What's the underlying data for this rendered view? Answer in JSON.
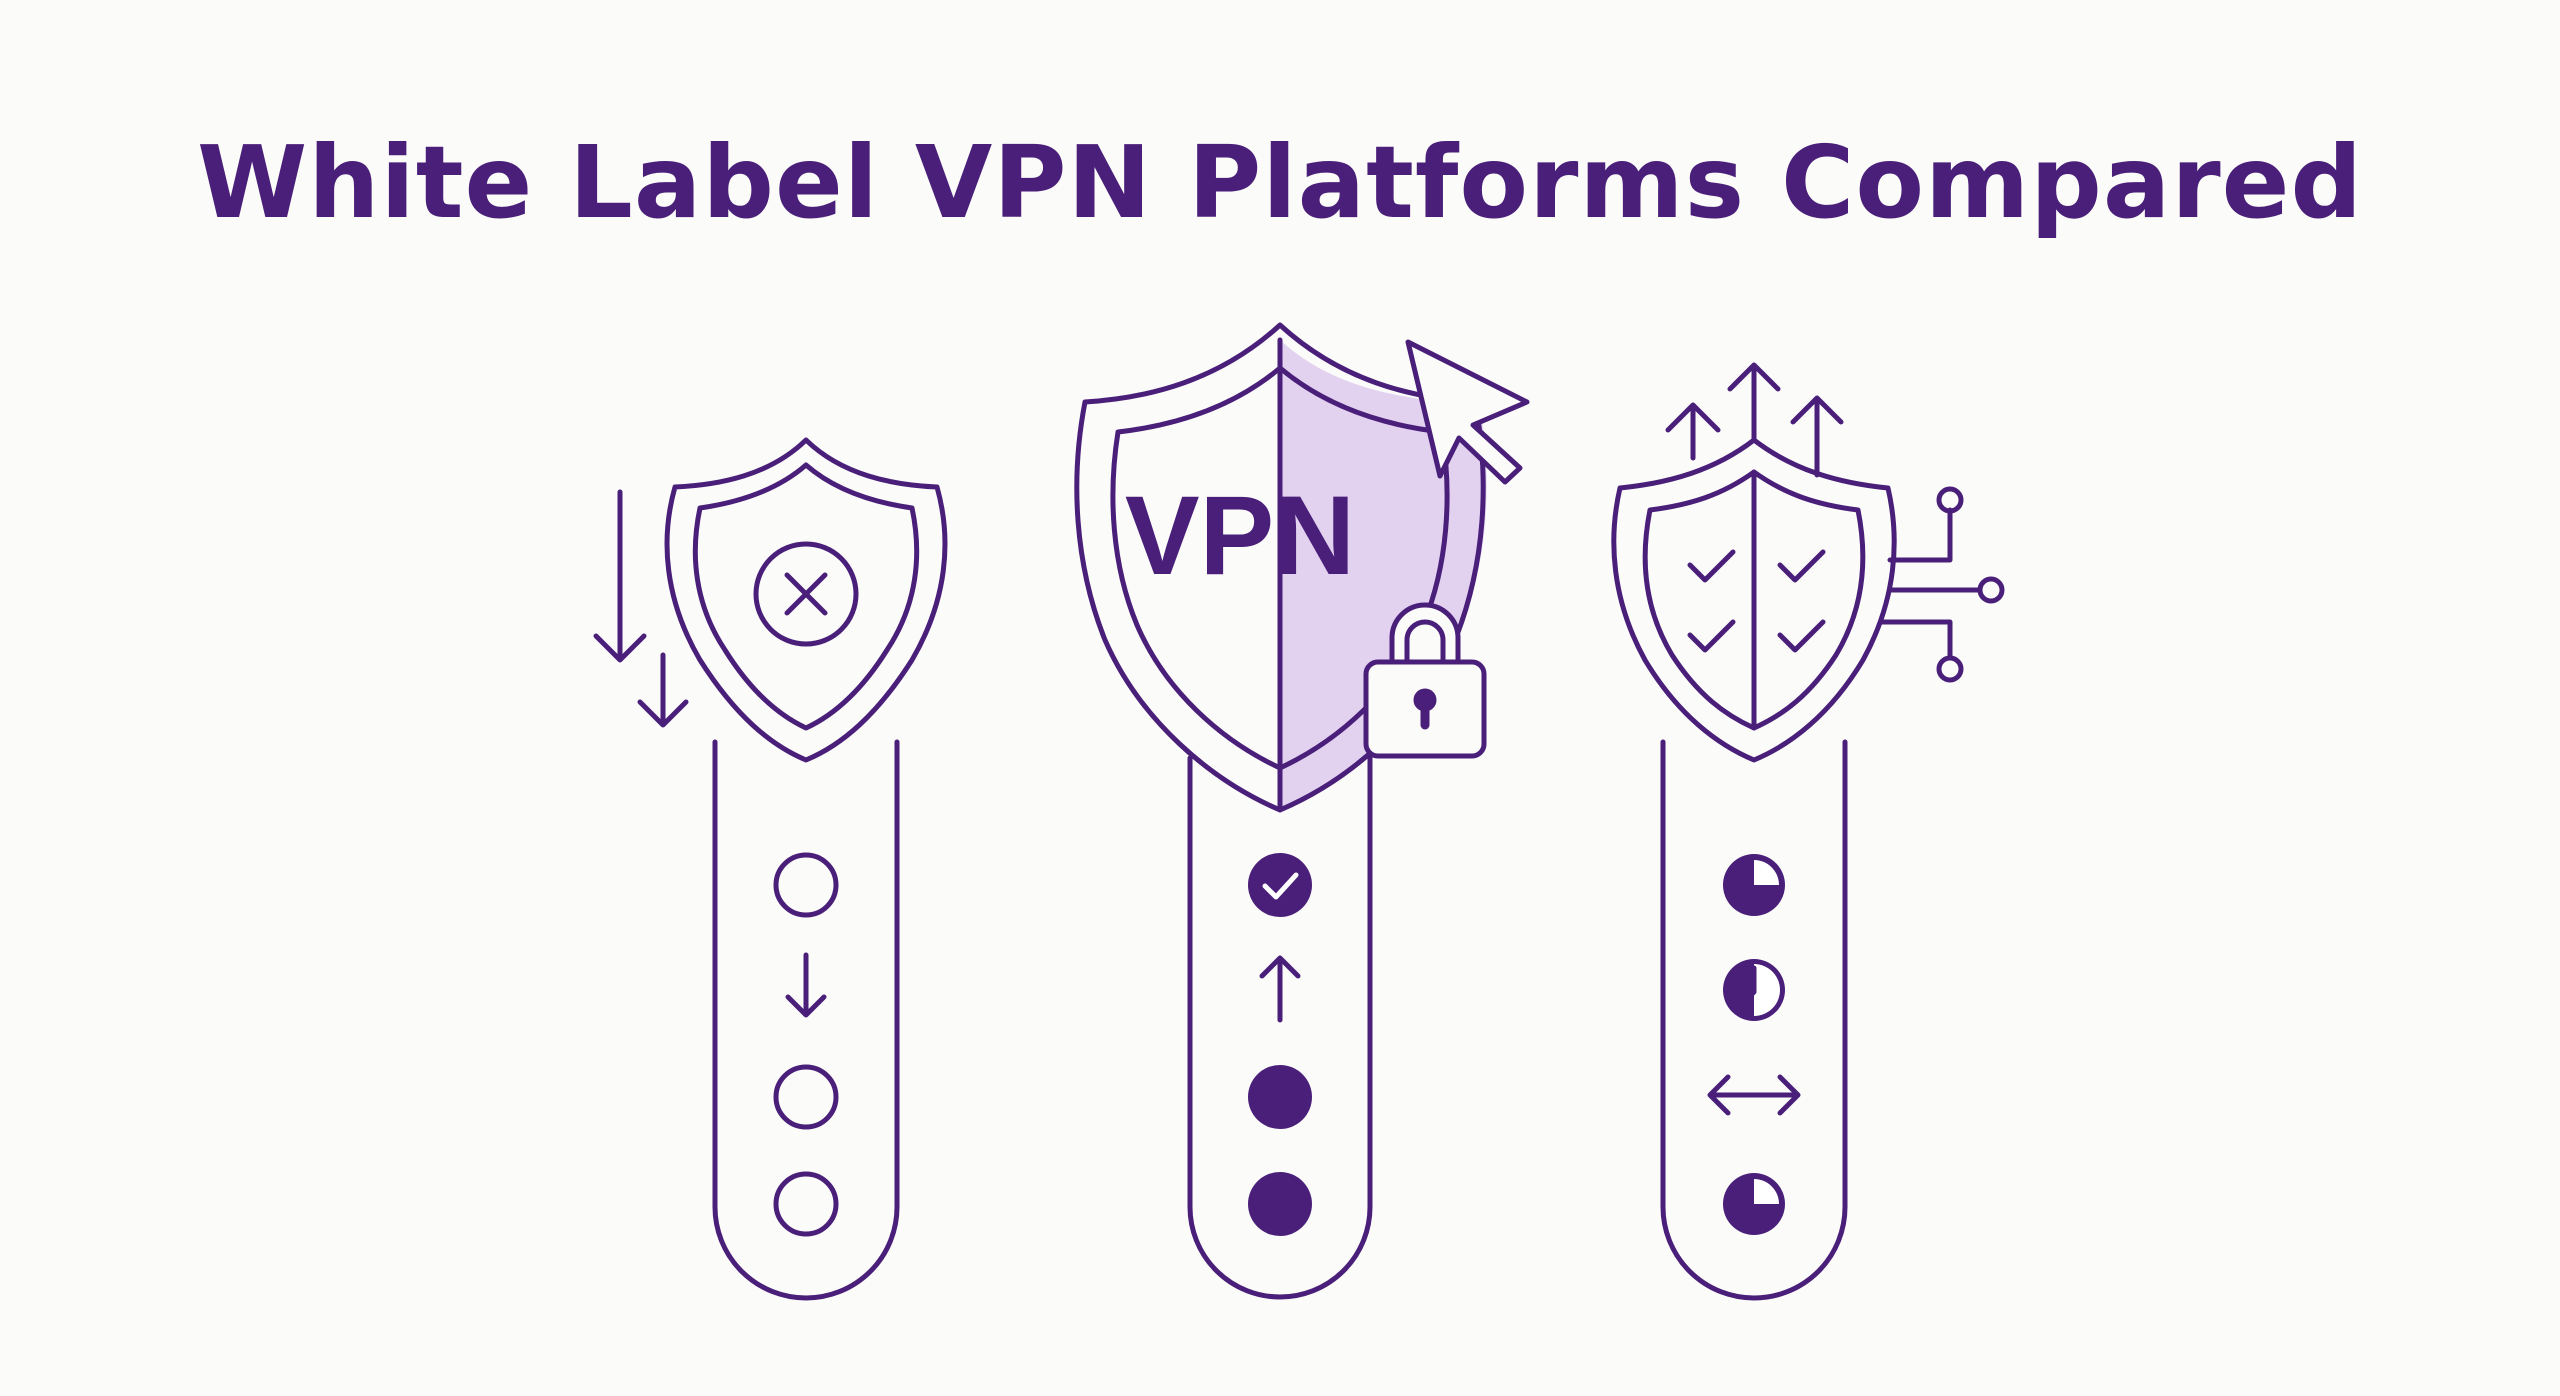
{
  "title": "White Label VPN Platforms Compared",
  "center_shield_text": "VPN",
  "colors": {
    "accent": "#4a1f7a",
    "shade": "#e2d2f0",
    "background": "#fbfbf9"
  },
  "platforms": [
    {
      "emblem": "x-circle-icon",
      "side_icon": "downward-arrows-icon",
      "rail_icons": [
        "empty-circle-icon",
        "down-arrow-icon",
        "empty-circle-icon",
        "empty-circle-icon"
      ]
    },
    {
      "emblem": "vpn-text",
      "side_icon": "cursor-and-lock-icon",
      "rail_icons": [
        "check-circle-icon",
        "up-arrow-icon",
        "filled-circle-icon",
        "filled-circle-icon"
      ]
    },
    {
      "emblem": "split-checks-icon",
      "side_icon": "upward-arrows-and-circuit-icon",
      "rail_icons": [
        "quarter-pie-icon",
        "clock-icon",
        "double-arrow-icon",
        "quarter-pie-icon"
      ]
    }
  ]
}
